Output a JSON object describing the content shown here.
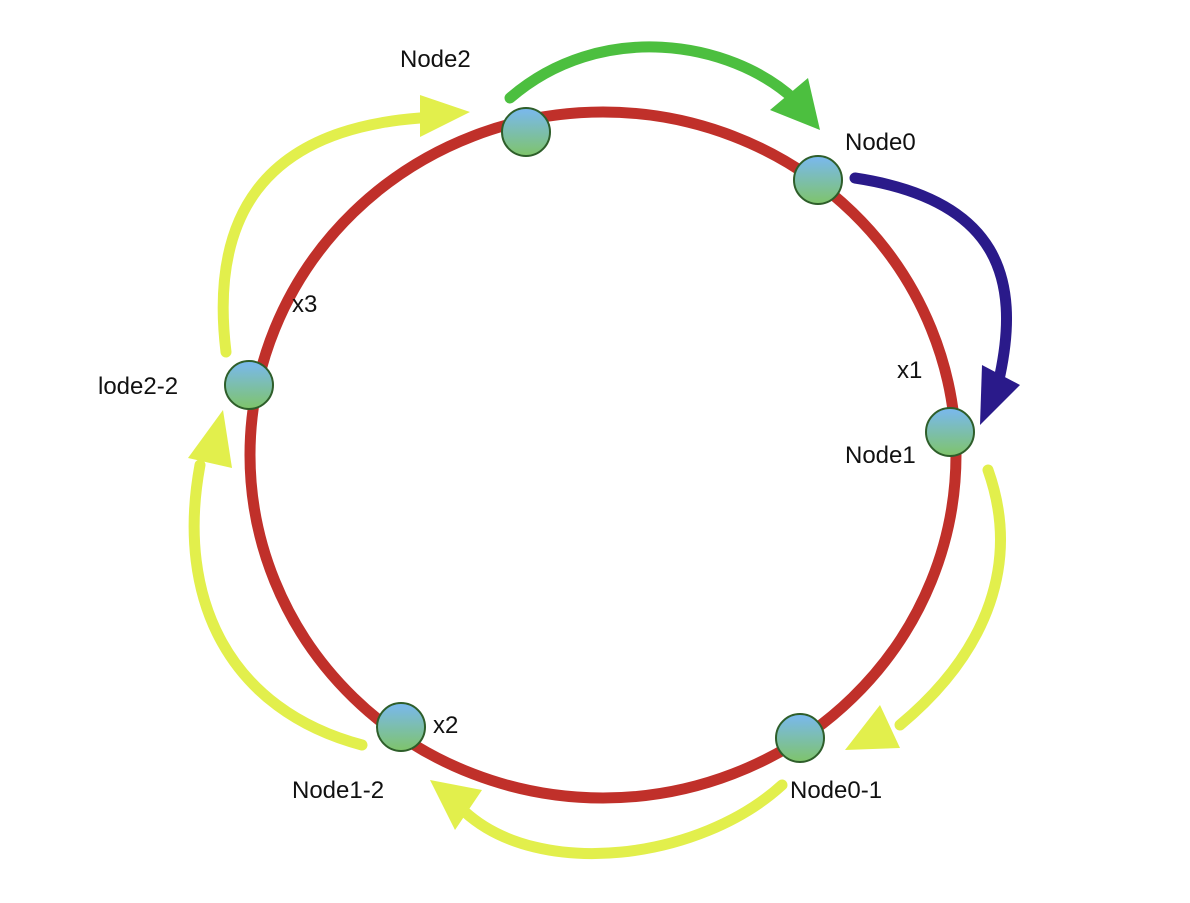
{
  "colors": {
    "ring": "#c0302a",
    "node_fill_top": "#79b8f0",
    "node_fill_bottom": "#7fc46a",
    "node_stroke": "#2e5e2a",
    "arrow_green": "#4cbf3f",
    "arrow_navy": "#2a1a8a",
    "arrow_yellow": "#e2ef4c",
    "label_text": "#111111",
    "background": "#ffffff"
  },
  "nodes": [
    {
      "id": "node2",
      "label": "Node2"
    },
    {
      "id": "node0",
      "label": "Node0"
    },
    {
      "id": "node1",
      "label": "Node1"
    },
    {
      "id": "node0-1",
      "label": "Node0-1"
    },
    {
      "id": "node1-2",
      "label": "Node1-2"
    },
    {
      "id": "node2-2",
      "label": "lode2-2"
    }
  ],
  "markers": [
    {
      "id": "x1",
      "label": "x1"
    },
    {
      "id": "x2",
      "label": "x2"
    },
    {
      "id": "x3",
      "label": "x3"
    }
  ],
  "arrows": [
    {
      "id": "node2-to-node0",
      "color": "green"
    },
    {
      "id": "node0-to-node1",
      "color": "navy"
    },
    {
      "id": "node1-to-node0-1",
      "color": "yellow"
    },
    {
      "id": "node0-1-to-node1-2",
      "color": "yellow"
    },
    {
      "id": "node1-2-to-node2-2",
      "color": "yellow"
    },
    {
      "id": "node2-2-to-node2",
      "color": "yellow"
    }
  ]
}
